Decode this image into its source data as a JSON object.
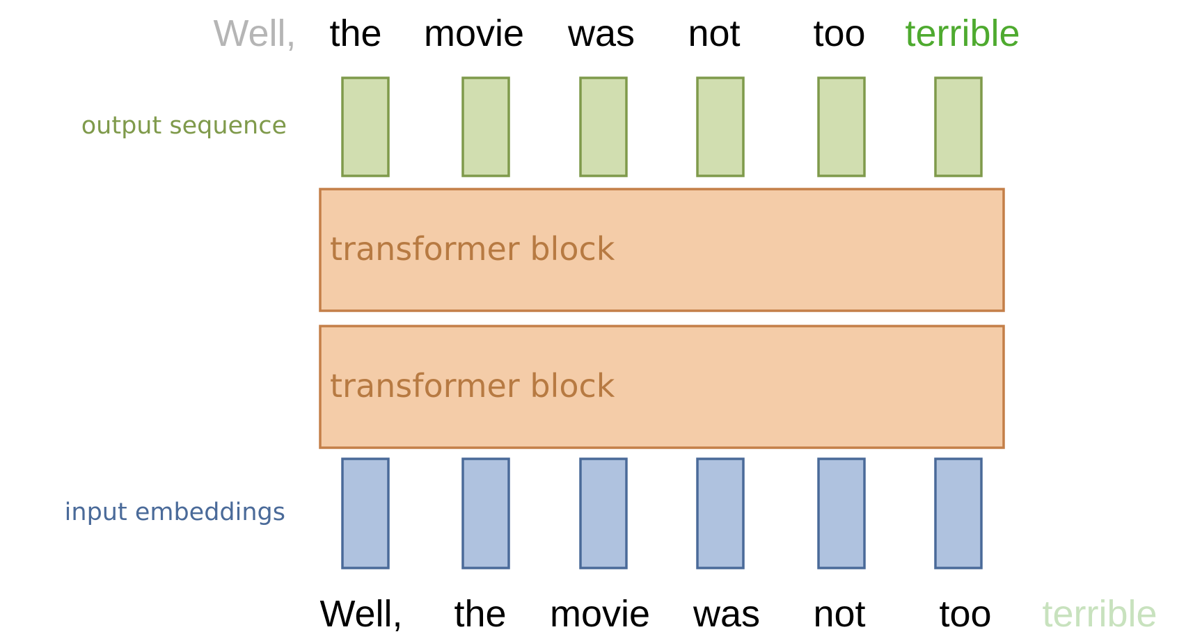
{
  "colors": {
    "output_fill": "#D1DEB0",
    "output_stroke": "#7F9A4B",
    "output_label": "#7F9A4B",
    "input_fill": "#AFC2DF",
    "input_stroke": "#4A6A99",
    "input_label": "#4A6A99",
    "block_fill": "#F4CCA8",
    "block_stroke": "#C47F48",
    "block_label": "#B77A42",
    "word_default": "#000000",
    "word_faded_gray": "#B5B5B5",
    "word_predicted_green": "#4EAA2F",
    "word_faded_green": "#C8E2BE"
  },
  "output_words": [
    {
      "text": "Well,",
      "style": "faded_gray"
    },
    {
      "text": "the",
      "style": "default"
    },
    {
      "text": "movie",
      "style": "default"
    },
    {
      "text": "was",
      "style": "default"
    },
    {
      "text": "not",
      "style": "default"
    },
    {
      "text": "too",
      "style": "default"
    },
    {
      "text": "terrible",
      "style": "predicted_green"
    }
  ],
  "input_words": [
    {
      "text": "Well,",
      "style": "default"
    },
    {
      "text": "the",
      "style": "default"
    },
    {
      "text": "movie",
      "style": "default"
    },
    {
      "text": "was",
      "style": "default"
    },
    {
      "text": "not",
      "style": "default"
    },
    {
      "text": "too",
      "style": "default"
    },
    {
      "text": "terrible",
      "style": "faded_green"
    }
  ],
  "labels": {
    "output_sequence": "output sequence",
    "input_embeddings": "input embeddings"
  },
  "blocks": [
    {
      "label": "transformer block"
    },
    {
      "label": "transformer block"
    }
  ],
  "output_vector_count": 6,
  "input_vector_count": 6
}
